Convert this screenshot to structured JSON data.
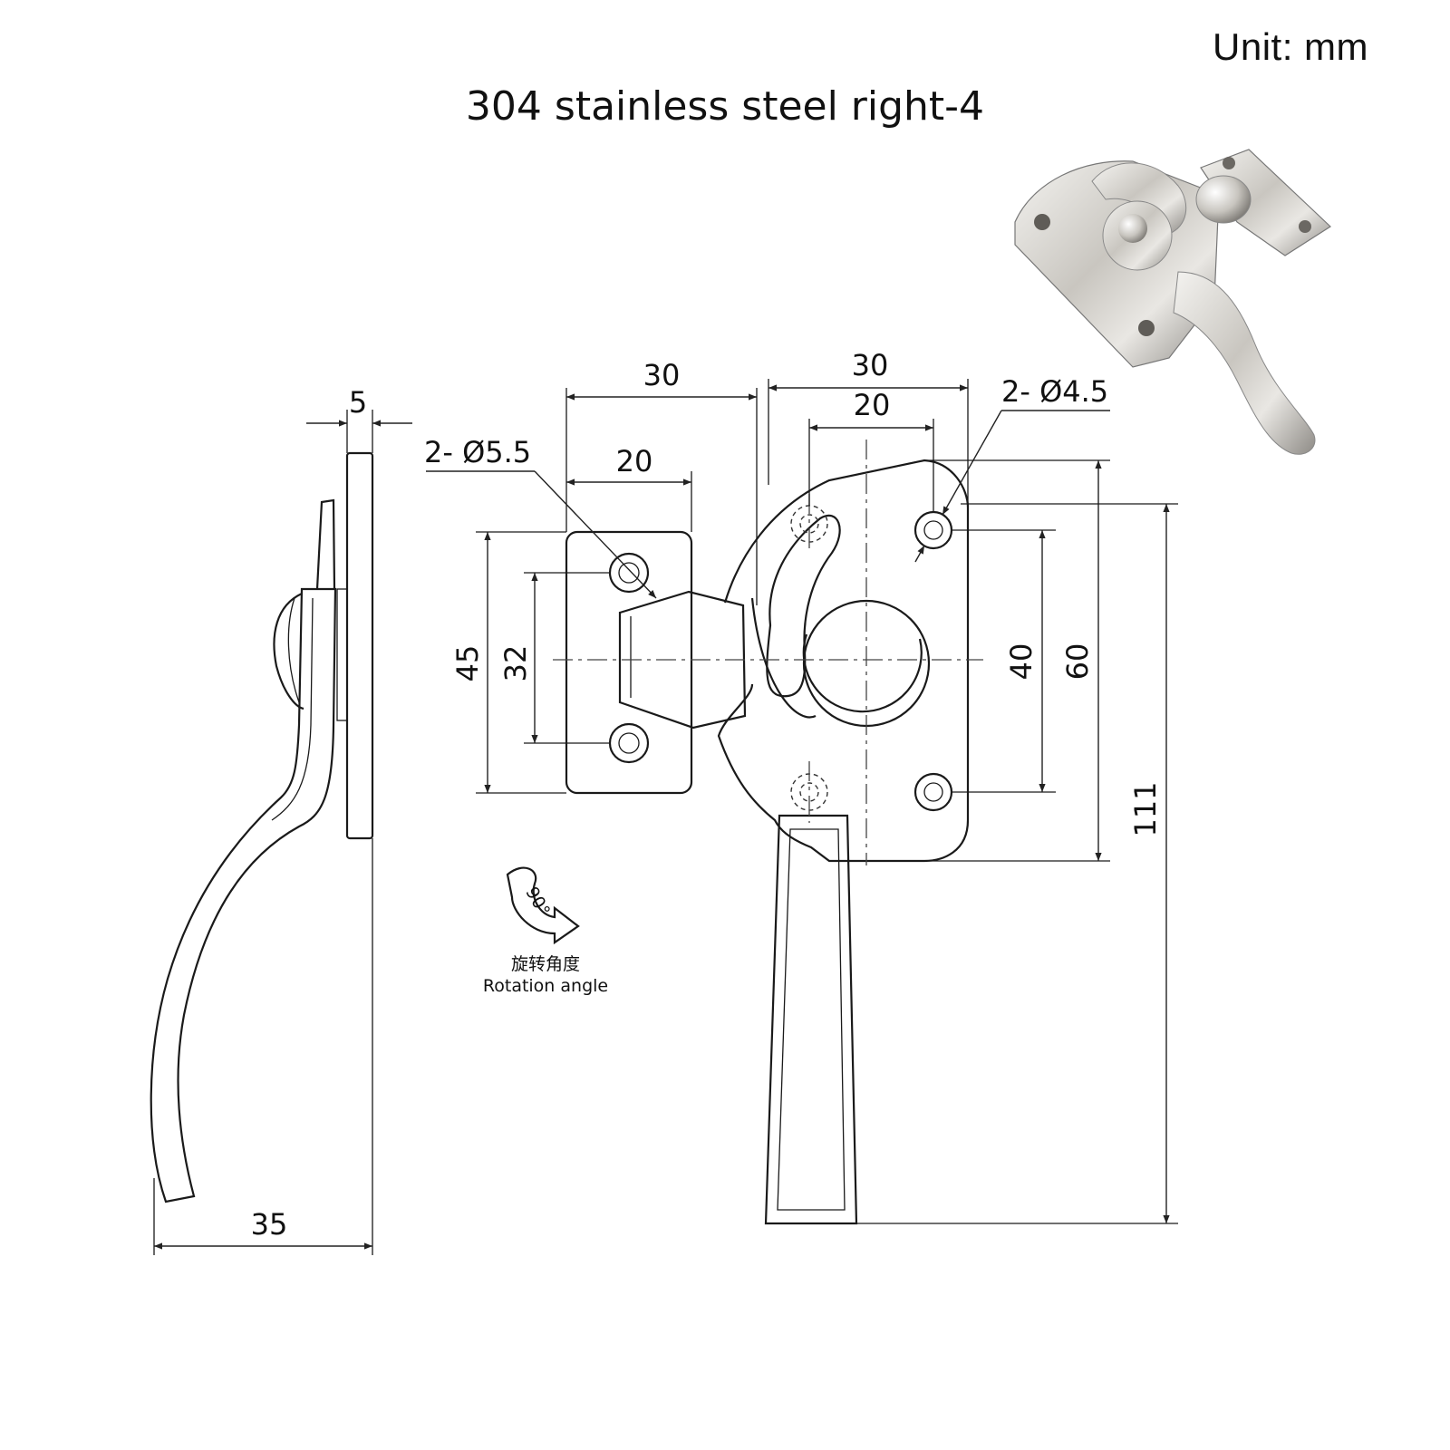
{
  "header": {
    "unit_label": "Unit: mm",
    "title": "304 stainless steel right-4"
  },
  "dimensions": {
    "side_thickness": "5",
    "side_reach": "35",
    "keeper_width": "30",
    "keeper_hole_spacing": "20",
    "keeper_height": "45",
    "keeper_hole_vertical": "32",
    "keeper_holes": "2- Ø5.5",
    "body_width": "30",
    "body_hole_spacing": "20",
    "body_holes": "2- Ø4.5",
    "body_hole_vertical": "40",
    "body_height": "60",
    "overall_height": "111"
  },
  "rotation": {
    "angle": "90°",
    "label_cn": "旋转角度",
    "label_en": "Rotation angle"
  },
  "colors": {
    "line": "#1a1a1a",
    "metal": "#c9c6c0"
  }
}
